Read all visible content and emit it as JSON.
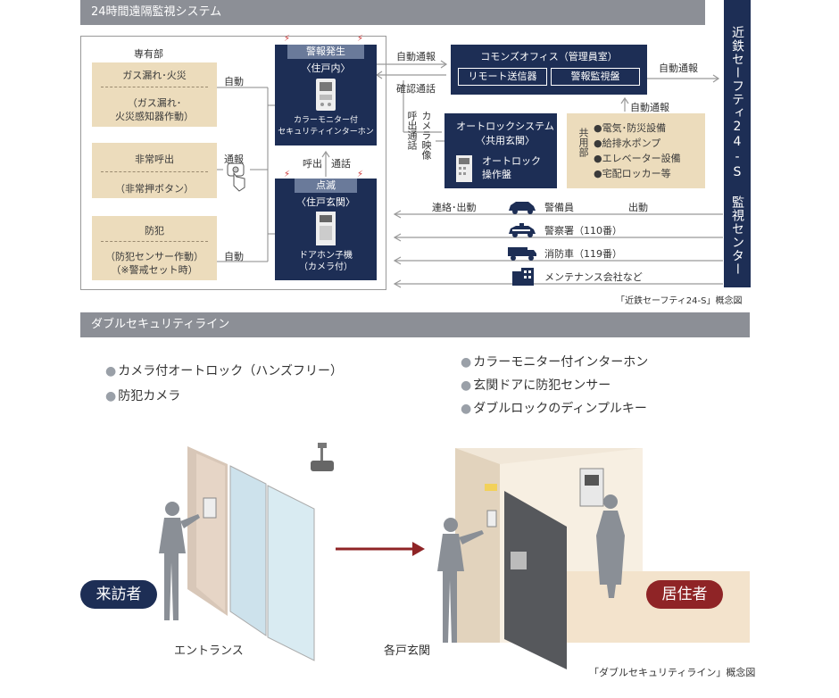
{
  "section1": {
    "header": "24時間遠隔監視システム",
    "private_label": "専有部",
    "gas": {
      "title": "ガス漏れ･火災",
      "sub1": "（ガス漏れ･",
      "sub2": "火災感知器作動）",
      "arrow": "自動"
    },
    "emergency": {
      "title": "非常呼出",
      "sub": "（非常押ボタン）",
      "arrow": "通報"
    },
    "crime": {
      "title": "防犯",
      "sub1": "（防犯センサー作動）",
      "sub2": "（※警戒セット時）",
      "arrow": "自動"
    },
    "alarm": {
      "badge": "警報発生",
      "loc": "〈住戸内〉",
      "device1": "カラーモニター付",
      "device2": "セキュリティインターホン"
    },
    "call": {
      "left": "呼出",
      "right": "通話"
    },
    "flash": {
      "badge": "点滅",
      "loc": "〈住戸玄関〉",
      "device1": "ドアホン子機",
      "device2": "（カメラ付）"
    },
    "link_auto": "自動通報",
    "link_confirm": "確認通話",
    "link_call_vertical": "呼出通話",
    "link_camera_vertical": "カメラ映像",
    "commons": {
      "title": "コモンズオフィス（管理員室）",
      "btn1": "リモート送信器",
      "btn2": "警報監視盤"
    },
    "commons_auto": "自動通報",
    "autolock": {
      "title": "オートロックシステム",
      "loc": "〈共用玄関〉",
      "panel1": "オートロック",
      "panel2": "操作盤"
    },
    "common_area": {
      "label": "共用部",
      "items": [
        "●電気･防災設備",
        "●給排水ポンプ",
        "●エレベーター設備",
        "●宅配ロッカー等"
      ],
      "arrow": "自動通報"
    },
    "center": "近鉄セーフティ24-S 監視センター",
    "dispatch_left": "連絡･出動",
    "dispatch_right": "出動",
    "responders": [
      "警備員",
      "警察署（110番）",
      "消防車（119番）",
      "メンテナンス会社など"
    ],
    "caption": "「近鉄セーフティ24-S」概念図"
  },
  "section2": {
    "header": "ダブルセキュリティライン",
    "left_features": [
      "カメラ付オートロック（ハンズフリー）",
      "防犯カメラ"
    ],
    "right_features": [
      "カラーモニター付インターホン",
      "玄関ドアに防犯センサー",
      "ダブルロックのディンプルキー"
    ],
    "visitor": "来訪者",
    "resident": "居住者",
    "entrance": "エントランス",
    "door": "各戸玄関",
    "caption": "「ダブルセキュリティライン」概念図"
  },
  "colors": {
    "navy": "#1d2e55",
    "beige": "#ecdcbc",
    "gray_header": "#8c8f96",
    "red": "#b02a2a",
    "visitor_blue": "#1d2e55",
    "resident_red": "#8f2426"
  },
  "icons": [
    "siren-icon",
    "intercom-icon",
    "hand-press-icon",
    "doorphone-icon",
    "car-icon",
    "police-car-icon",
    "fire-truck-icon",
    "building-icon",
    "camera-icon"
  ]
}
